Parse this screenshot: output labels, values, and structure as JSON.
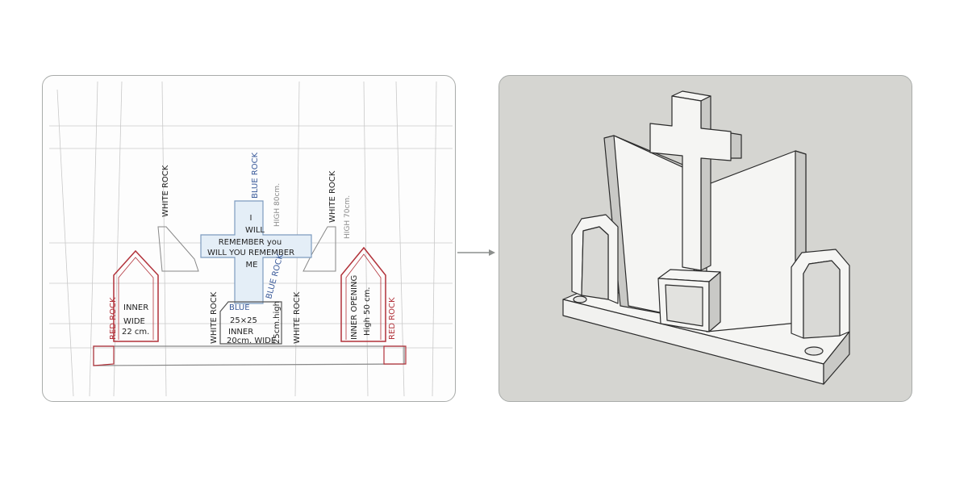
{
  "sketch": {
    "labels": {
      "white_rock_left_top": "WHITE ROCK",
      "blue_rock_top": "BLUE ROCK",
      "high_80": "HIGH 80cm.",
      "white_rock_right_top": "WHITE ROCK",
      "high_70": "HIGH 70cm.",
      "cross_line1": "I",
      "cross_line2": "WILL",
      "cross_line3": "REMEMBER you",
      "cross_line4": "WILL YOU REMEMBER",
      "cross_line5": "ME",
      "blue_rock_mid": "BLUE ROCK",
      "red_rock_left": "RED ROCK",
      "inner_left_1": "INNER",
      "inner_left_2": "WIDE",
      "inner_left_3": "22 cm.",
      "white_rock_left_bottom": "WHITE ROCK",
      "blue_box": "BLUE",
      "box_size": "25×25",
      "box_inner": "INNER",
      "box_inner_wide": "20cm. WIDE",
      "box_high": "25cm.high",
      "white_rock_right_bottom": "WHITE ROCK",
      "inner_right_1": "INNER OPENING",
      "inner_right_2": "High 50 cm.",
      "red_rock_right": "RED ROCK"
    },
    "colors": {
      "pencil": "#222222",
      "blue": "#3a5a9a",
      "red": "#b2323a"
    }
  },
  "arrow": {
    "icon": "arrow-right-icon",
    "color": "#8c8f8d"
  },
  "model": {
    "background": "#d5d5d1",
    "face": "#f5f5f3",
    "shade": "#c9c9c6"
  }
}
